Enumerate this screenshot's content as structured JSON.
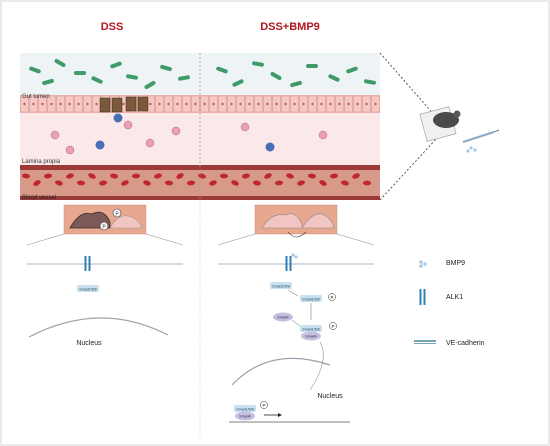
{
  "headings": {
    "left": "DSS",
    "right": "DSS+BMP9"
  },
  "tissue_labels": {
    "gut_lumen": "Gut lumen",
    "lamina_propia": "Lamina propia",
    "blood_vessel": "Blood vessel"
  },
  "left_panel": {
    "phospho": "P",
    "smad_label": "Smad1/5/8",
    "nucleus": "Nucleus"
  },
  "right_panel": {
    "smad_top": "Smad1/5/8",
    "smad_mid": "Smad1/5/8",
    "smad4_a": "Smad4",
    "smad_complex": "Smad1/5/8",
    "smad4_b": "Smad4",
    "smad_nuclear": "Smad1/5/8",
    "smad4_c": "Smad4",
    "phospho": "P",
    "nucleus": "Nucleus"
  },
  "legend": {
    "bmp9": "BMP9",
    "alk1": "ALK1",
    "ve_cadherin": "VE-cadherin"
  },
  "colors": {
    "heading": "#b0171e",
    "lumen": "#eef3f6",
    "epithelium": "#f2b8b4",
    "lamina": "#fbe9e9",
    "vessel_band": "#9c3a3a",
    "vessel": "#d89a88",
    "rbc": "#c0262e",
    "bacteria": "#3f9a6a",
    "receptor": "#2f7fb3",
    "smad": "#c9e0ef",
    "smad4": "#c7bfe0",
    "cell_bg": "#e8a78f"
  }
}
